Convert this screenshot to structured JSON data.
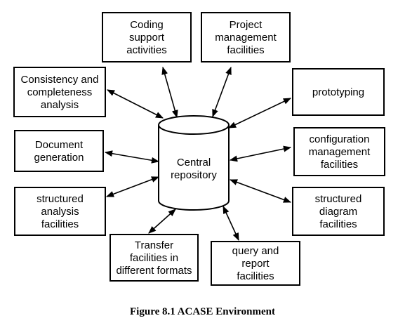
{
  "diagram": {
    "center": {
      "id": "central-repository",
      "label": [
        "Central",
        "repository"
      ]
    },
    "nodes": [
      {
        "id": "coding-support",
        "label": [
          "Coding",
          "support",
          "activities"
        ]
      },
      {
        "id": "project-management",
        "label": [
          "Project",
          "management",
          "facilities"
        ]
      },
      {
        "id": "consistency-analysis",
        "label": [
          "Consistency and",
          "completeness",
          "analysis"
        ]
      },
      {
        "id": "prototyping",
        "label": [
          "prototyping"
        ]
      },
      {
        "id": "document-generation",
        "label": [
          "Document",
          "generation"
        ]
      },
      {
        "id": "configuration-management",
        "label": [
          "configuration",
          "management",
          "facilities"
        ]
      },
      {
        "id": "structured-analysis",
        "label": [
          "structured",
          "analysis",
          "facilities"
        ]
      },
      {
        "id": "structured-diagram",
        "label": [
          "structured",
          "diagram",
          "facilities"
        ]
      },
      {
        "id": "transfer-facilities",
        "label": [
          "Transfer",
          "facilities in",
          "different formats"
        ]
      },
      {
        "id": "query-report",
        "label": [
          "query and",
          "report",
          "facilities"
        ]
      }
    ]
  },
  "caption": "Figure 8.1 ACASE Environment"
}
